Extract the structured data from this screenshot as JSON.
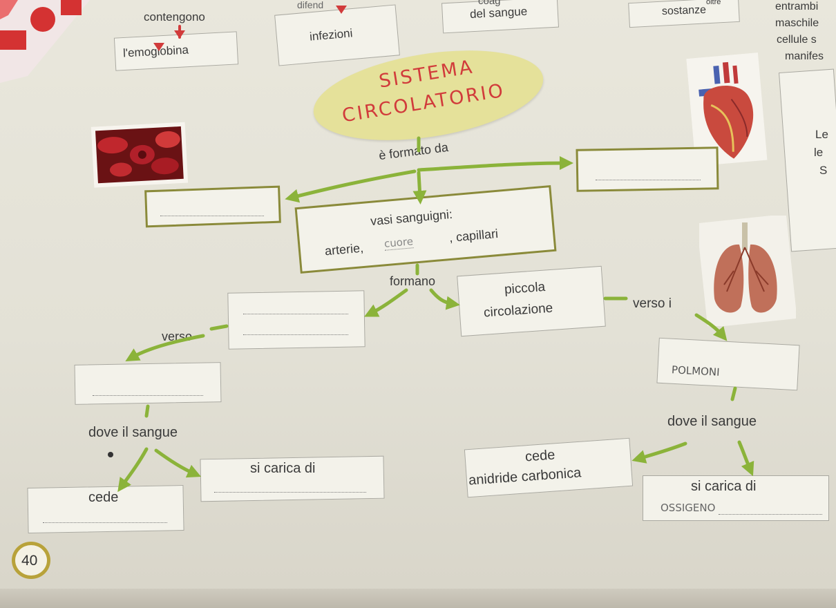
{
  "colors": {
    "accent_green": "#8bb33a",
    "title_red": "#d13b3b",
    "title_ellipse": "#e5e19a",
    "box_border_olive": "#8a8a3a"
  },
  "top_fragments": {
    "contengono": "contengono",
    "emoglobina": "l'emoglobina",
    "infezioni": "infezioni",
    "differ": "difend",
    "coag": "coag",
    "sangue": "del sangue",
    "sostanze": "sostanze",
    "oltre": "oltre",
    "entrambi": "entrambi",
    "maschile": "maschile",
    "cellule": "cellule s",
    "manifes": "manifes"
  },
  "right_fragments": {
    "le1": "Le",
    "le2": "le",
    "so": "S"
  },
  "title": {
    "line1": "SISTEMA",
    "line2": "CIRCOLATORIO"
  },
  "concept_map": {
    "formato_da": "è formato da",
    "vasi_line1": "vasi sanguigni:",
    "vasi_arterie": "arterie,",
    "vasi_handwritten": "cuore",
    "vasi_capillari": ", capillari",
    "formano": "formano",
    "piccola_line1": "piccola",
    "piccola_line2": "circolazione",
    "verso_i": "verso i",
    "verso": "verso",
    "polmoni_handwritten": "POLMONI",
    "dove_left": "dove il sangue",
    "dove_right": "dove il sangue",
    "si_carica_left": "si carica di",
    "cede_left": "cede",
    "cede_right_line1": "cede",
    "cede_right_line2": "anidride carbonica",
    "si_carica_right": "si carica di",
    "ossigeno_handwritten": "OSSIGENO"
  },
  "page_number": "40"
}
